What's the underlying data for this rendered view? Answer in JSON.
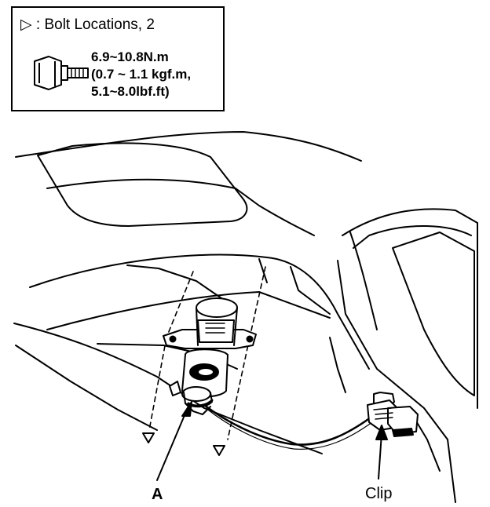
{
  "legend": {
    "title": "▷ : Bolt Locations, 2",
    "torque_lines": [
      "6.9~10.8N.m",
      "(0.7 ~ 1.1 kgf.m,",
      "5.1~8.0lbf.ft)"
    ]
  },
  "callouts": {
    "a": "A",
    "clip": "Clip"
  }
}
